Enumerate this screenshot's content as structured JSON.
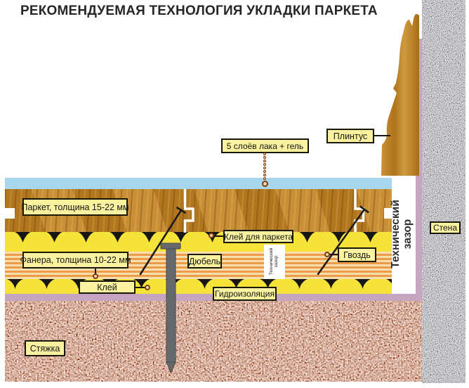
{
  "title": "РЕКОМЕНДУЕМАЯ ТЕХНОЛОГИЯ УКЛАДКИ ПАРКЕТА",
  "callouts": {
    "lacquer": "5 слоёв лака + гель",
    "plinth": "Плинтус",
    "wall": "Стена",
    "parquet": "Паркет, толщина 15-22 мм",
    "parquet_glue": "Клей для паркета",
    "dowel": "Дюбель",
    "nail": "Гвоздь",
    "plywood": "Фанера, толщина 10-22 мм",
    "glue": "Клей",
    "waterproofing": "Гидроизоляция",
    "screed": "Стяжка"
  },
  "annotations": {
    "technical_gap": "Технический зазор"
  },
  "colors": {
    "lacquer_blue": "#A7D7EF",
    "glue_yellow": "#F6E339",
    "plywood_orange": "#EC9B49",
    "plywood_cream": "#F8DFAE",
    "parquet_brown": "#BE7F22",
    "waterproofing_mauve": "#C6A5C1",
    "screed_brown": "#A6705C",
    "wall_gray": "#8F9193",
    "callout_bg": "#FAF29E"
  }
}
